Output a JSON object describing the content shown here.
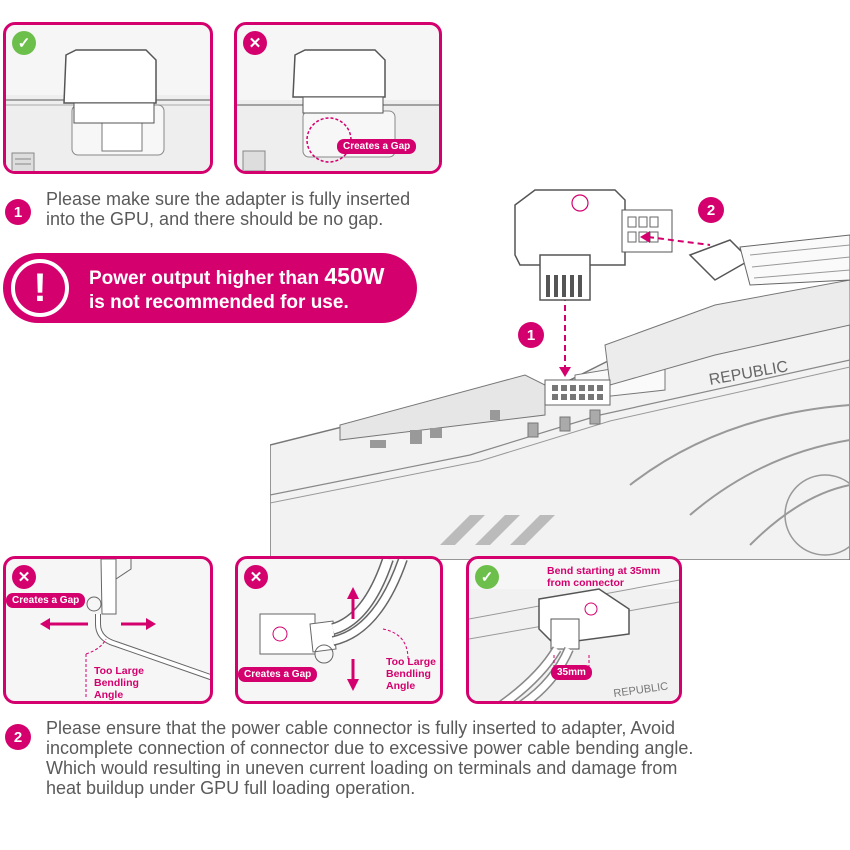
{
  "colors": {
    "accent": "#d4006e",
    "ok": "#6cbf4a",
    "line": "#7a7a7a"
  },
  "top_panels": [
    {
      "status": "correct",
      "icon": "check-icon",
      "symbol": "✓"
    },
    {
      "status": "wrong",
      "icon": "cross-icon",
      "symbol": "✕",
      "tag": "Creates a Gap"
    }
  ],
  "step1": {
    "number": "1",
    "line1": "Please make sure the adapter is fully inserted",
    "line2": "into the GPU, and there should be no gap."
  },
  "warning": {
    "icon": "exclamation-icon",
    "symbol": "!",
    "text_before": "Power output higher than",
    "value": "450W",
    "text_after": "is not recommended for use."
  },
  "callouts": [
    {
      "number": "1"
    },
    {
      "number": "2"
    }
  ],
  "gpu": {
    "brand_text": "REPUBLIC"
  },
  "bottom_panels": [
    {
      "status": "wrong",
      "symbol": "✕",
      "tag": "Creates a Gap",
      "label_lines": [
        "Too Large",
        "Bendling",
        "Angle"
      ]
    },
    {
      "status": "wrong",
      "symbol": "✕",
      "tag": "Creates a Gap",
      "label_lines": [
        "Too Large",
        "Bendling",
        "Angle"
      ]
    },
    {
      "status": "correct",
      "symbol": "✓",
      "note_lines": [
        "Bend starting at 35mm",
        "from connector"
      ],
      "tag": "35mm",
      "brand_text": "REPUBLIC"
    }
  ],
  "step2": {
    "number": "2",
    "lines": [
      "Please ensure that the power cable connector is fully inserted to adapter, Avoid",
      "incomplete connection of connector due to excessive power cable bending angle.",
      "Which would resulting in uneven current loading on terminals and damage from",
      "heat buildup under GPU full loading operation."
    ]
  }
}
